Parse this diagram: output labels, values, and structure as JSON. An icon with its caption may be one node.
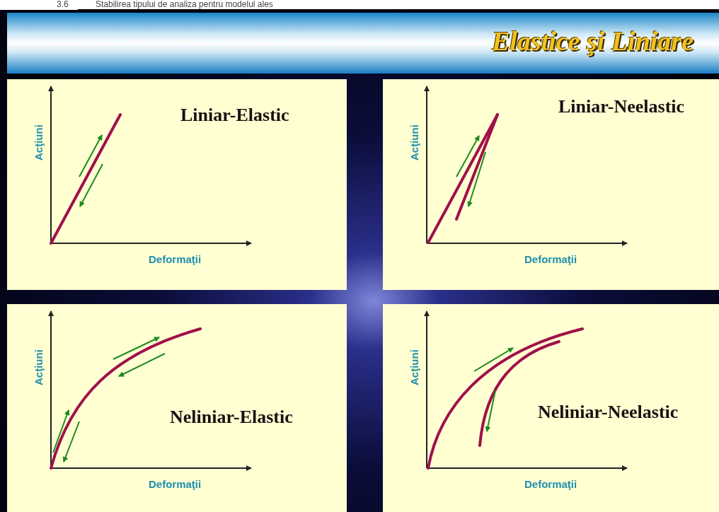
{
  "diagram": {
    "title": "Elastice şi Liniare",
    "nodes": [
      {
        "text": [
          "Liniar-Elastic"
        ]
      },
      {
        "text": [
          "Liniar-Neelastic"
        ]
      },
      {
        "text": [
          "Neliniar-Elastic"
        ]
      },
      {
        "text": [
          "Neliniar-Neelastic"
        ]
      }
    ],
    "labels": [
      "3.6",
      "Stabilirea tipului de analiza pentru modelul ales",
      "Acţiuni",
      "Deformaţii",
      "Acţiuni",
      "Deformaţii",
      "Acţiuni",
      "Deformaţii",
      "Acţiuni",
      "Deformaţii"
    ]
  }
}
